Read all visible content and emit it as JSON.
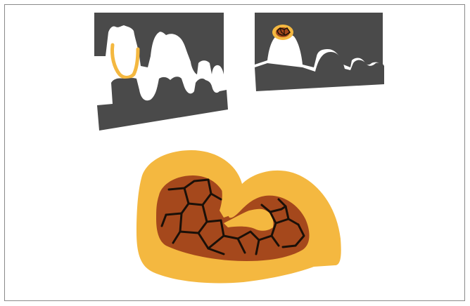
{
  "figure": {
    "panels": [
      {
        "id": "panel-left",
        "subject": "jaw-with-bridge"
      },
      {
        "id": "panel-right",
        "subject": "jaw-with-inlay"
      },
      {
        "id": "panel-bottom",
        "subject": "enlarged-cross-section"
      }
    ]
  },
  "colors": {
    "frame": "#8a8a8a",
    "background": "#ffffff",
    "jaw": "#4a4a4a",
    "gold": "#f4b840",
    "stone": "#a5481c",
    "cracks": "#1a1008"
  }
}
